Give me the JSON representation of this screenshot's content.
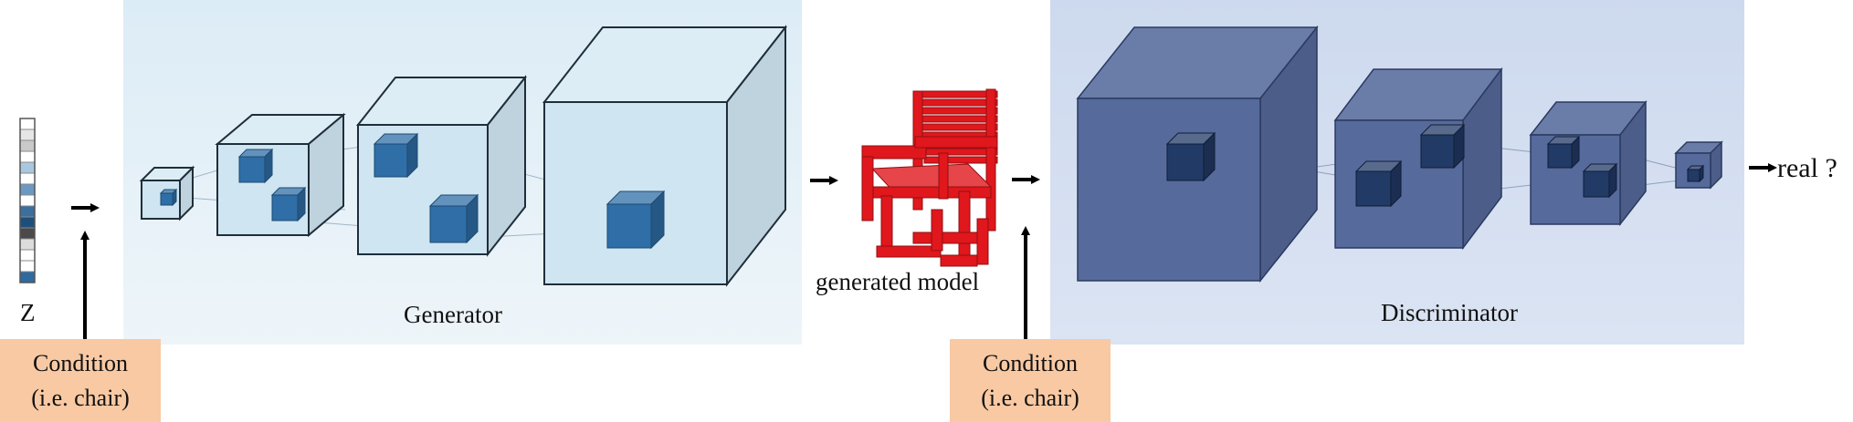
{
  "latent_label": "Z",
  "generator_label": "Generator",
  "generated_model_label": "generated model",
  "discriminator_label": "Discriminator",
  "output_label": "real ?",
  "condition_left": {
    "line1": "Condition",
    "line2": "(i.e. chair)"
  },
  "condition_right": {
    "line1": "Condition",
    "line2": "(i.e. chair)"
  },
  "colors": {
    "generator_panel": "#deeef6",
    "generator_cube_face": "#cfe5f1",
    "generator_kernel": "#2f6ea6",
    "discriminator_panel": "#d3def0",
    "discriminator_cube": "#566a9c",
    "discriminator_kernel": "#223a66",
    "chair": "#e0171c",
    "condition_box": "#f8c9a3"
  },
  "latent_vector_cells": [
    "#ffffff",
    "#e6e6e6",
    "#c9c9c9",
    "#ffffff",
    "#a9c8e0",
    "#ffffff",
    "#6a9ac4",
    "#ffffff",
    "#3a6f9e",
    "#1e4f7a",
    "#4a4a4a",
    "#dcdcdc",
    "#ffffff",
    "#ffffff",
    "#2e6aa0"
  ]
}
